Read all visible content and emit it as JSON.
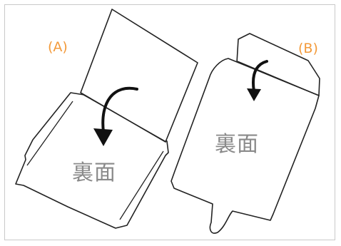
{
  "diagram": {
    "label_a": "(A)",
    "label_b": "(B)",
    "back_side_a": "裏面",
    "back_side_b": "裏面",
    "label_color": "#f39a3a",
    "back_side_color": "#8a8a8a",
    "line_color": "#222222",
    "arrow_color": "#111111",
    "icons": [
      "fold-arrow-icon",
      "fold-arrow-icon"
    ]
  }
}
